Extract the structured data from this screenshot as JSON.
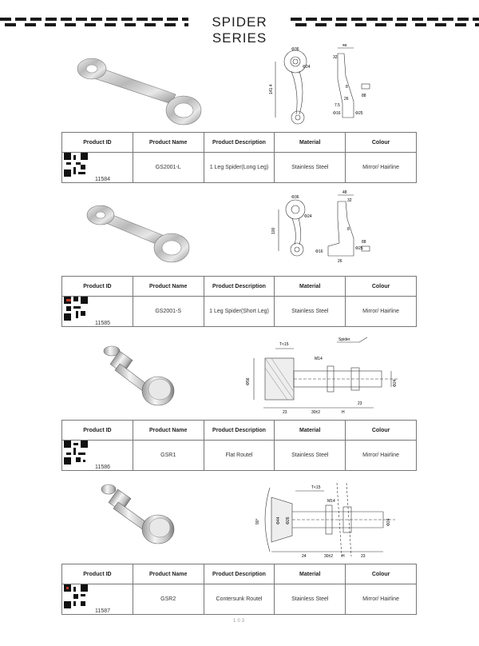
{
  "header": {
    "title": "SPIDER SERIES"
  },
  "table_headers": [
    "Product ID",
    "Product Name",
    "Product Description",
    "Material",
    "Colour"
  ],
  "products": [
    {
      "id": "11584",
      "name": "GS2001-L",
      "description": "1 Leg Spider(Long Leg)",
      "material": "Stainless Steel",
      "colour": "Mirror/ Hairline"
    },
    {
      "id": "11585",
      "name": "GS2001-S",
      "description": "1 Leg Spider(Short Leg)",
      "material": "Stainless Steel",
      "colour": "Mirror/ Hairline"
    },
    {
      "id": "11586",
      "name": "GSR1",
      "description": "Flat Routel",
      "material": "Stainless Steel",
      "colour": "Mirror/ Hairline"
    },
    {
      "id": "11587",
      "name": "GSR2",
      "description": "Contersunk Routel",
      "material": "Stainless Steel",
      "colour": "Mirror/ Hairline"
    }
  ],
  "drawings": {
    "d1": {
      "dia_top": "Φ36",
      "width": "48",
      "r32": "32",
      "d24": "Φ24",
      "length": "141.4",
      "r8": "8",
      "c26": "26",
      "c75": "7.5",
      "d16": "Φ16",
      "d25": "Φ25",
      "b8": "88"
    },
    "d2": {
      "dia_top": "Φ36",
      "width": "48",
      "r32": "32",
      "d24": "Φ24",
      "length": "100",
      "r8": "8",
      "c26": "26",
      "d16": "Φ16",
      "d25": "Φ25",
      "b8": "88"
    },
    "d3": {
      "t": "T<15",
      "spider": "Spider",
      "m14": "M14",
      "d56": "Φ56",
      "d24": "Φ24",
      "a23": "23",
      "b23": "23",
      "c": "30±2",
      "h": "H"
    },
    "d4": {
      "t": "T<15",
      "m14": "M14",
      "deg": "90°",
      "d44": "Φ44",
      "d26": "Φ26",
      "d24": "Φ24",
      "a24": "24",
      "c": "30±2",
      "h": "H",
      "b23": "23"
    }
  },
  "footer": {
    "page": "103"
  }
}
